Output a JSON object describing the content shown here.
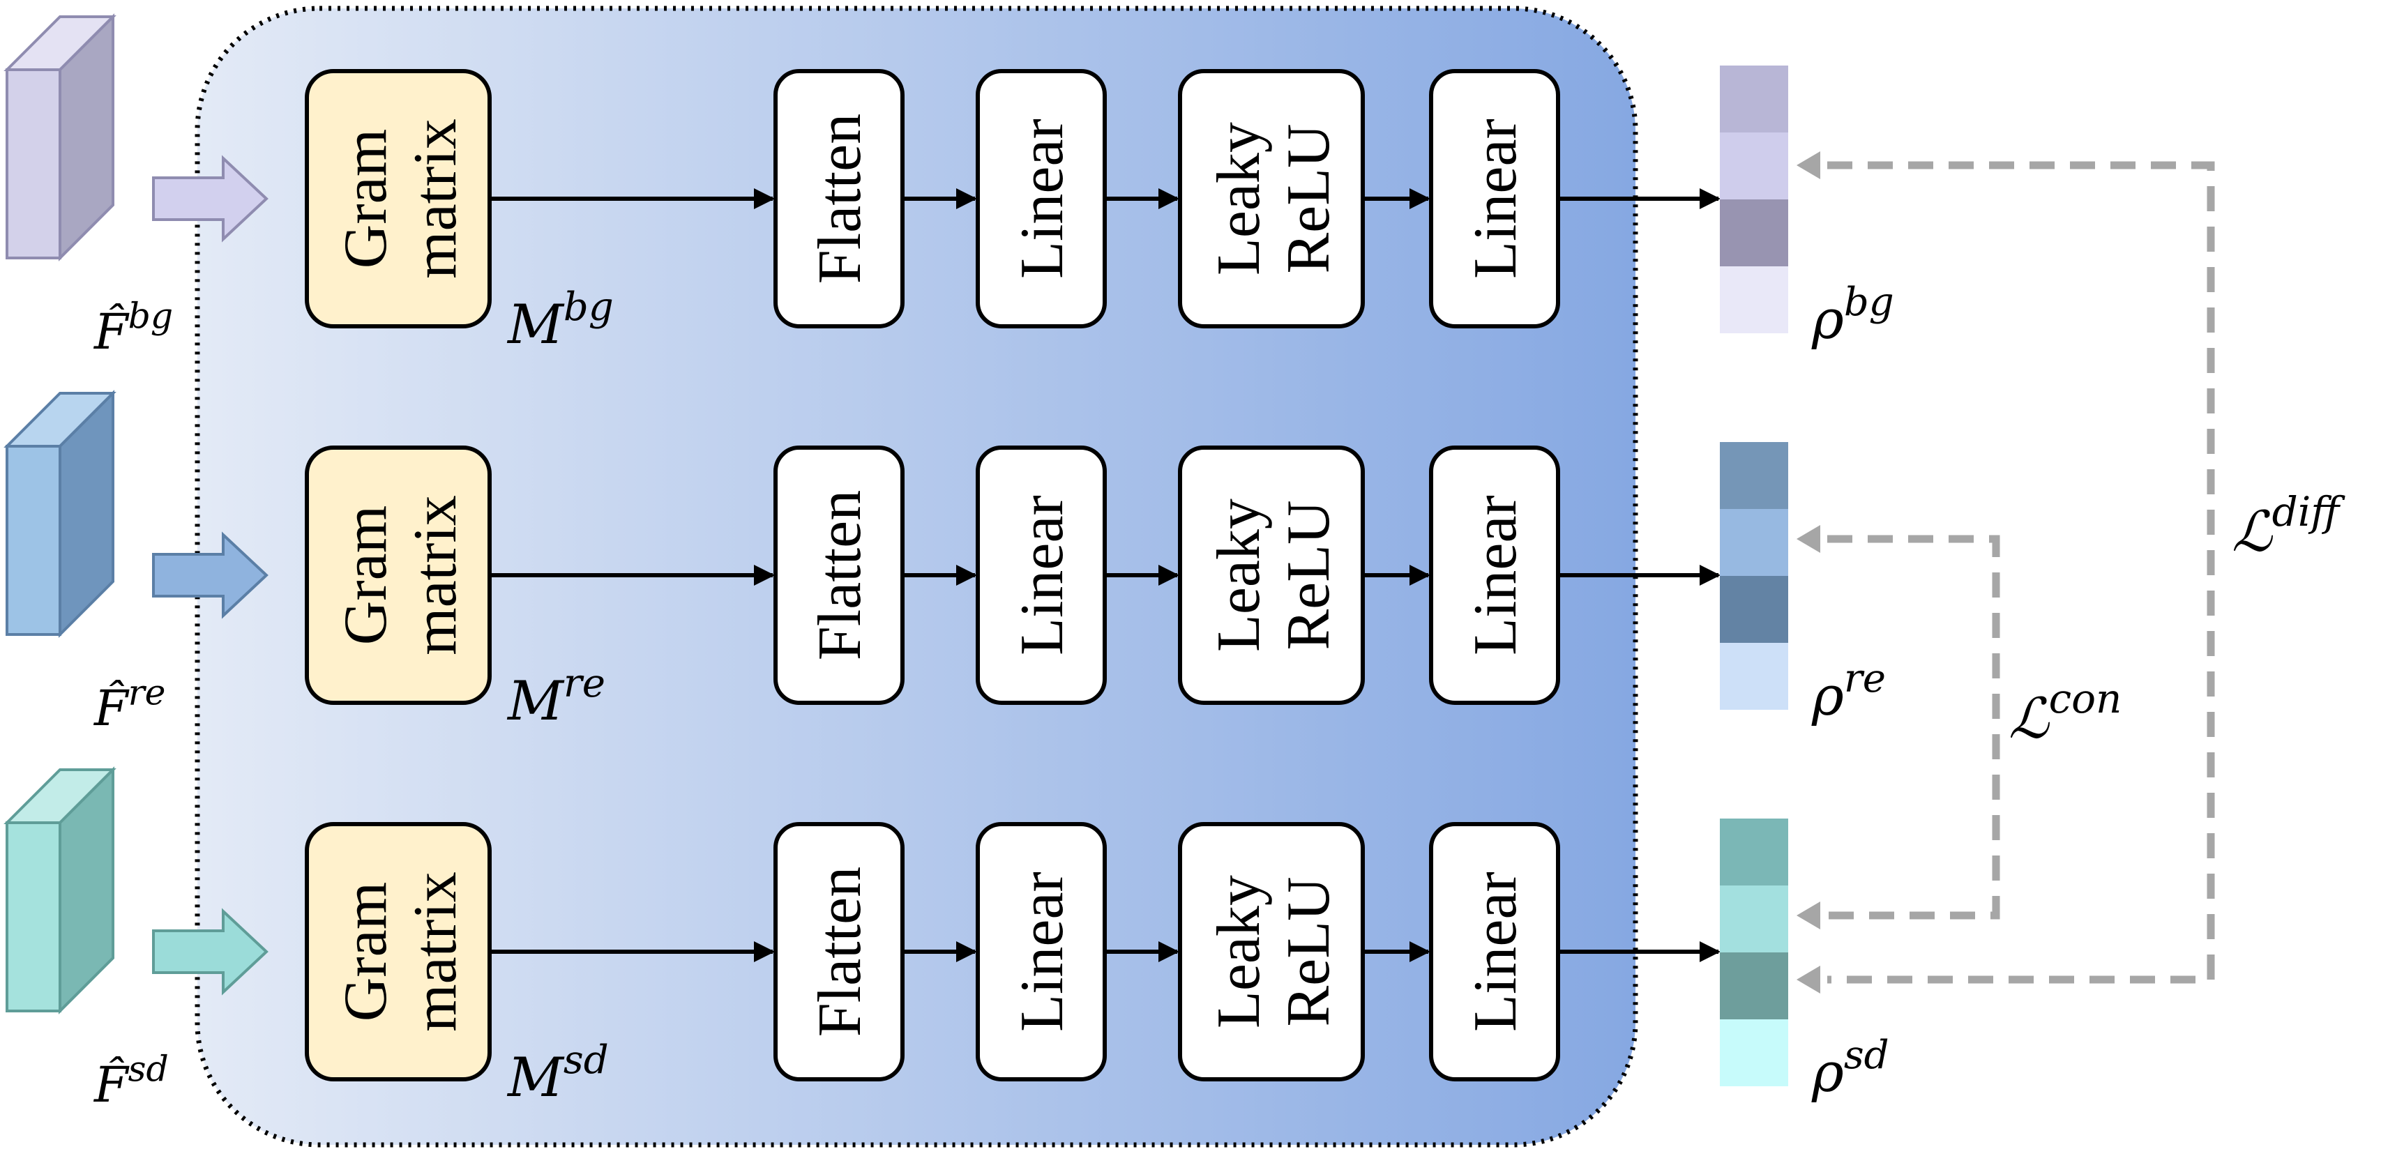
{
  "colors": {
    "panel_gradient_start": "#e3eaf6",
    "panel_gradient_end": "#86a8e2",
    "gram_fill": "#fff1cc",
    "box_fill": "#ffffff",
    "loss_arrow": "#a6a6a6"
  },
  "rows": [
    {
      "feature_label": "F̂",
      "feature_sup": "bg",
      "feature_colors": {
        "front": "#d3d1ea",
        "side": "#a9a7c2",
        "top": "#e4e2f3",
        "edge": "#8f8cb0"
      },
      "arrow_color": "#d2d0ee",
      "gram_label": [
        "Gram",
        "matrix"
      ],
      "matrix_label": "M",
      "matrix_sup": "bg",
      "output_label": "ρ",
      "output_sup": "bg",
      "output_colors": [
        "#b8b6d6",
        "#cfcdec",
        "#9894b1",
        "#e9e8f8"
      ]
    },
    {
      "feature_label": "F̂",
      "feature_sup": "re",
      "feature_colors": {
        "front": "#9dc3e6",
        "side": "#6f95bd",
        "top": "#b8d5ef",
        "edge": "#5b7fa6"
      },
      "arrow_color": "#8fb3de",
      "gram_label": [
        "Gram",
        "matrix"
      ],
      "matrix_label": "M",
      "matrix_sup": "re",
      "output_label": "ρ",
      "output_sup": "re",
      "output_colors": [
        "#7596b7",
        "#97b9e1",
        "#6383a4",
        "#cde0f8"
      ]
    },
    {
      "feature_label": "F̂",
      "feature_sup": "sd",
      "feature_colors": {
        "front": "#a5e2dd",
        "side": "#7ab8b3",
        "top": "#c2ece8",
        "edge": "#5f9d98"
      },
      "arrow_color": "#9bdcd9",
      "gram_label": [
        "Gram",
        "matrix"
      ],
      "matrix_label": "M",
      "matrix_sup": "sd",
      "output_label": "ρ",
      "output_sup": "sd",
      "output_colors": [
        "#7bb7b6",
        "#a3e0df",
        "#6e9e9c",
        "#c7fbfb"
      ]
    }
  ],
  "pipeline": [
    {
      "label": [
        "Flatten"
      ]
    },
    {
      "label": [
        "Linear"
      ]
    },
    {
      "label": [
        "Leaky",
        "ReLU"
      ]
    },
    {
      "label": [
        "Linear"
      ]
    }
  ],
  "losses": [
    {
      "symbol": "ℒ",
      "sup": "con"
    },
    {
      "symbol": "ℒ",
      "sup": "diff"
    }
  ]
}
